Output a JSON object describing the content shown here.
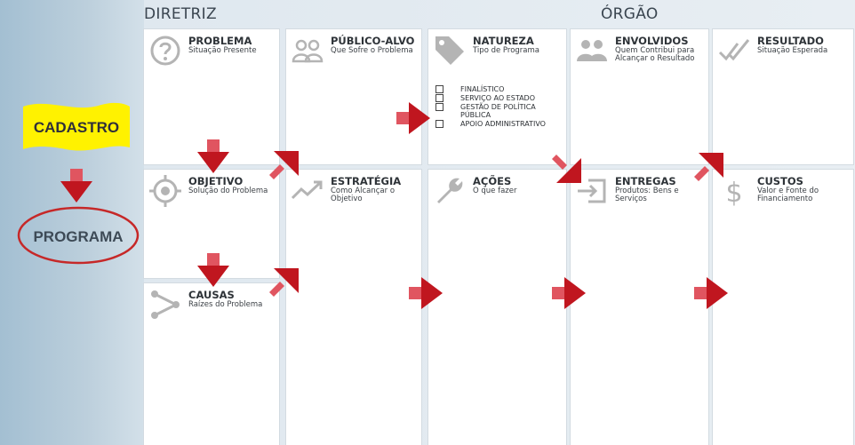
{
  "sections": {
    "diretriz": "DIRETRIZ",
    "orgao": "ÓRGÃO"
  },
  "sidebar": {
    "cadastro": "CADASTRO",
    "programa": "PROGRAMA"
  },
  "cards": {
    "problema": {
      "title": "PROBLEMA",
      "subtitle": "Situação Presente",
      "icon": "question-icon"
    },
    "publico_alvo": {
      "title": "PÚBLICO-ALVO",
      "subtitle": "Que Sofre o Problema",
      "icon": "people-icon"
    },
    "natureza": {
      "title": "NATUREZA",
      "subtitle": "Tipo de Programa",
      "icon": "tag-icon",
      "options": [
        "FINALÍSTICO",
        "SERVIÇO AO ESTADO",
        "GESTÃO DE POLÍTICA PÚBLICA",
        "APOIO ADMINISTRATIVO"
      ]
    },
    "envolvidos": {
      "title": "ENVOLVIDOS",
      "subtitle": "Quem Contribui para Alcançar o Resultado",
      "icon": "group-icon"
    },
    "resultado": {
      "title": "RESULTADO",
      "subtitle": "Situação Esperada",
      "icon": "double-check-icon"
    },
    "objetivo": {
      "title": "OBJETIVO",
      "subtitle": "Solução do Problema",
      "icon": "target-icon"
    },
    "estrategia": {
      "title": "ESTRATÉGIA",
      "subtitle": "Como Alcançar o Objetivo",
      "icon": "trend-icon"
    },
    "acoes": {
      "title": "AÇÕES",
      "subtitle": "O que fazer",
      "icon": "wrench-icon"
    },
    "entregas": {
      "title": "ENTREGAS",
      "subtitle": "Produtos: Bens e Serviços",
      "icon": "delivery-icon"
    },
    "custos": {
      "title": "CUSTOS",
      "subtitle": "Valor e Fonte do Financiamento",
      "icon": "dollar-icon"
    },
    "causas": {
      "title": "CAUSAS",
      "subtitle": "Raízes do Problema",
      "icon": "branch-icon"
    }
  },
  "colors": {
    "arrow": "#c0161f",
    "arrow_tail": "#e05560",
    "flag": "#fff200",
    "ellipse": "#c62828",
    "icon": "#b4b4b4"
  }
}
